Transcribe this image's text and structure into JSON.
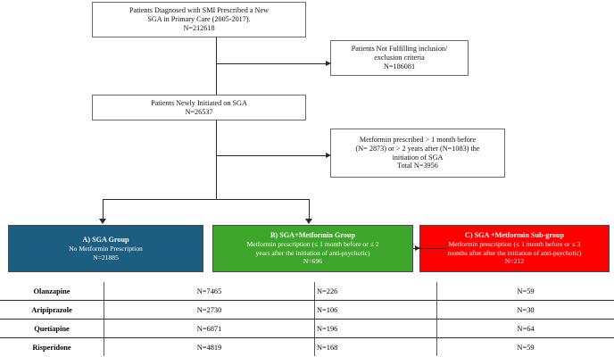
{
  "figure": {
    "type": "flowchart",
    "title": "Patient selection flow diagram"
  },
  "nodes": {
    "total_cohort": {
      "line1": "Patients Diagnosed with SMI Prescribed a New",
      "line2": "SGA in Primary Care (2005-2017).",
      "line3": "N=212618"
    },
    "excluded": {
      "line1": "Patients Not Fulfilling inclusion/",
      "line2": "exclusion criteria",
      "line3": "N=186081"
    },
    "newly_initiated": {
      "line1": "Patients Newly Initiated on SGA",
      "line2": "N=26537"
    },
    "metformin_excluded": {
      "line1": "Metformin prescribed > 1 month before",
      "line2": "(N= 2873) or > 2 years after (N=1083) the",
      "line3": "initiation of SGA",
      "line4": "Total N=3956"
    },
    "group_a": {
      "header": "A) SGA Group",
      "line1": "No Metformin Prescription",
      "line2": "N=21885",
      "color": "#1b5e82"
    },
    "group_b": {
      "header": "B) SGA+Metformin Group",
      "line1": "Metformin prescription (≤ 1 month before or ≤ 2",
      "line2": "years after the initiation of anti-psychotic)",
      "line3": "N=696",
      "color": "#3fa62c"
    },
    "group_c": {
      "header": "C) SGA +Metformin Sub-group",
      "line1": "Metformin prescription (≤ 1 month before or ≤ 3",
      "line2": "months after after the initiation of anti-psychotic)",
      "line3": "N=212",
      "color": "#fe0000"
    }
  },
  "table": {
    "rows": [
      {
        "drug": "Olanzapine",
        "group_a": "N=7465",
        "group_b": "N=226",
        "group_c": "N=59"
      },
      {
        "drug": "Aripiprazole",
        "group_a": "N=2730",
        "group_b": "N=106",
        "group_c": "N=30"
      },
      {
        "drug": "Quetiapine",
        "group_a": "N=6871",
        "group_b": "N=196",
        "group_c": "N=64"
      },
      {
        "drug": "Risperidone",
        "group_a": "N=4819",
        "group_b": "N=168",
        "group_c": "N=59"
      }
    ]
  }
}
